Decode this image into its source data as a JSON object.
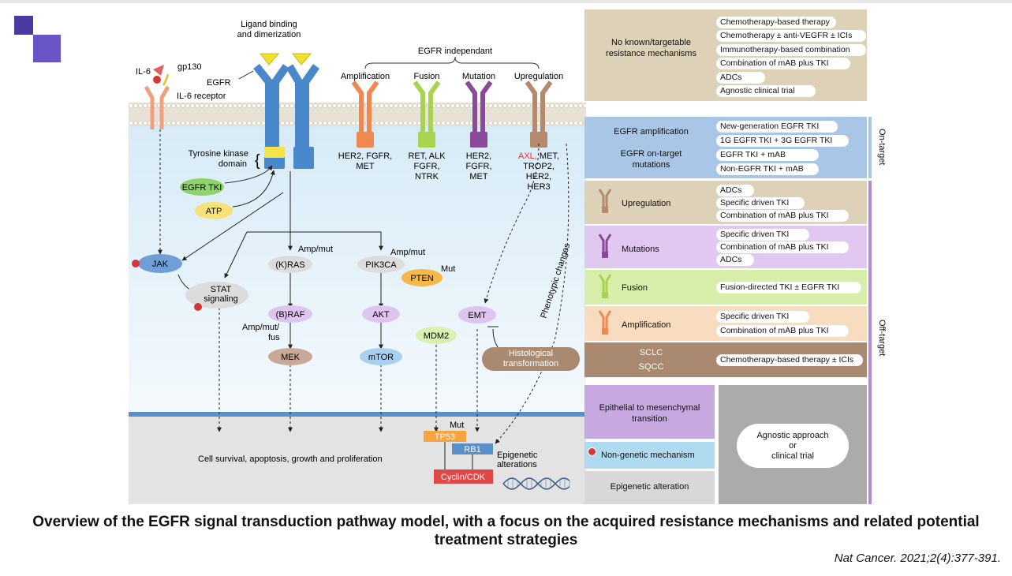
{
  "diagram": {
    "ligand": "Ligand binding\nand dimerization",
    "il6": "IL-6",
    "gp130": "gp130",
    "egfr": "EGFR",
    "il6r": "IL-6 receptor",
    "egfr_indep": "EGFR independant",
    "receptors": [
      {
        "title": "Amplification",
        "sub": "HER2, FGFR,\nMET",
        "color": "#f0884f"
      },
      {
        "title": "Fusion",
        "sub": "RET, ALK\nFGFR,\nNTRK",
        "color": "#a9d24e"
      },
      {
        "title": "Mutation",
        "sub": "HER2,\nFGFR,\nMET",
        "color": "#8a4a9a"
      },
      {
        "title": "Upregulation",
        "sub_red": "AXL,",
        "sub": " MET,\nTROP2,\nHER2,\nHER3",
        "color": "#b48a6a"
      }
    ],
    "tk_domain": "Tyrosine kinase\ndomain",
    "egfr_tki": "EGFR TKI",
    "atp": "ATP",
    "jak": "JAK",
    "stat": "STAT\nsignaling",
    "kras": "(K)RAS",
    "braf": "(B)RAF",
    "mek": "MEK",
    "pik3ca": "PIK3CA",
    "pten": "PTEN",
    "akt": "AKT",
    "mtor": "mTOR",
    "mdm2": "MDM2",
    "emt": "EMT",
    "histo": "Histological\ntransformation",
    "phenotypic": "Phenotypic changes",
    "amp_mut1": "Amp/mut",
    "amp_mut2": "Amp/mut",
    "mut_pten": "Mut",
    "amp_mut_fus": "Amp/mut/\nfus",
    "mut_tp53": "Mut",
    "tp53": "TP53",
    "rb1": "RB1",
    "cyclin": "Cyclin/CDK",
    "epigenetic": "Epigenetic\nalterations",
    "cell_survival": "Cell survival, apoptosis, growth and proliferation"
  },
  "right_panel": {
    "no_known": {
      "label": "No known/targetable\nresistance mechanisms",
      "treatments": [
        "Chemotherapy-based therapy",
        "Chemotherapy ± anti-VEGFR ± ICIs",
        "Immunotherapy-based combination",
        "Combination of mAB plus TKI",
        "ADCs",
        "Agnostic clinical trial"
      ]
    },
    "on_target": {
      "side_label": "On-target",
      "label1": "EGFR amplification",
      "label2": "EGFR on-target\nmutations",
      "treatments": [
        "New-generation EGFR TKI",
        "1G EGFR TKI + 3G EGFR TKI",
        "EGFR TKI + mAB",
        "Non-EGFR TKI + mAB"
      ]
    },
    "off_target": {
      "side_label": "Off-target",
      "rows": [
        {
          "label": "Upregulation",
          "treatments": [
            "ADCs",
            "Specific driven TKI",
            "Combination of mAB plus TKI"
          ]
        },
        {
          "label": "Mutations",
          "treatments": [
            "Specific driven TKI",
            "Combination of mAB plus TKI",
            "ADCs"
          ]
        },
        {
          "label": "Fusion",
          "treatments": [
            "Fusion-directed TKI ± EGFR TKI"
          ]
        },
        {
          "label": "Amplification",
          "treatments": [
            "Specific driven TKI",
            "Combination of mAB plus TKI"
          ]
        }
      ]
    },
    "sclc": {
      "label1": "SCLC",
      "label2": "SQCC",
      "treatment": "Chemotherapy-based therapy ± ICIs"
    },
    "emt_box": "Epithelial to mesenchymal\ntransition",
    "non_genetic": "Non-genetic mechanism",
    "epigenetic_box": "Epigenetic alteration",
    "agnostic": "Agnostic approach\nor\nclinical trial"
  },
  "caption": "Overview of the EGFR signal transduction pathway model, with a focus on the acquired resistance mechanisms and related potential treatment strategies",
  "citation": "Nat Cancer. 2021;2(4):377-391."
}
